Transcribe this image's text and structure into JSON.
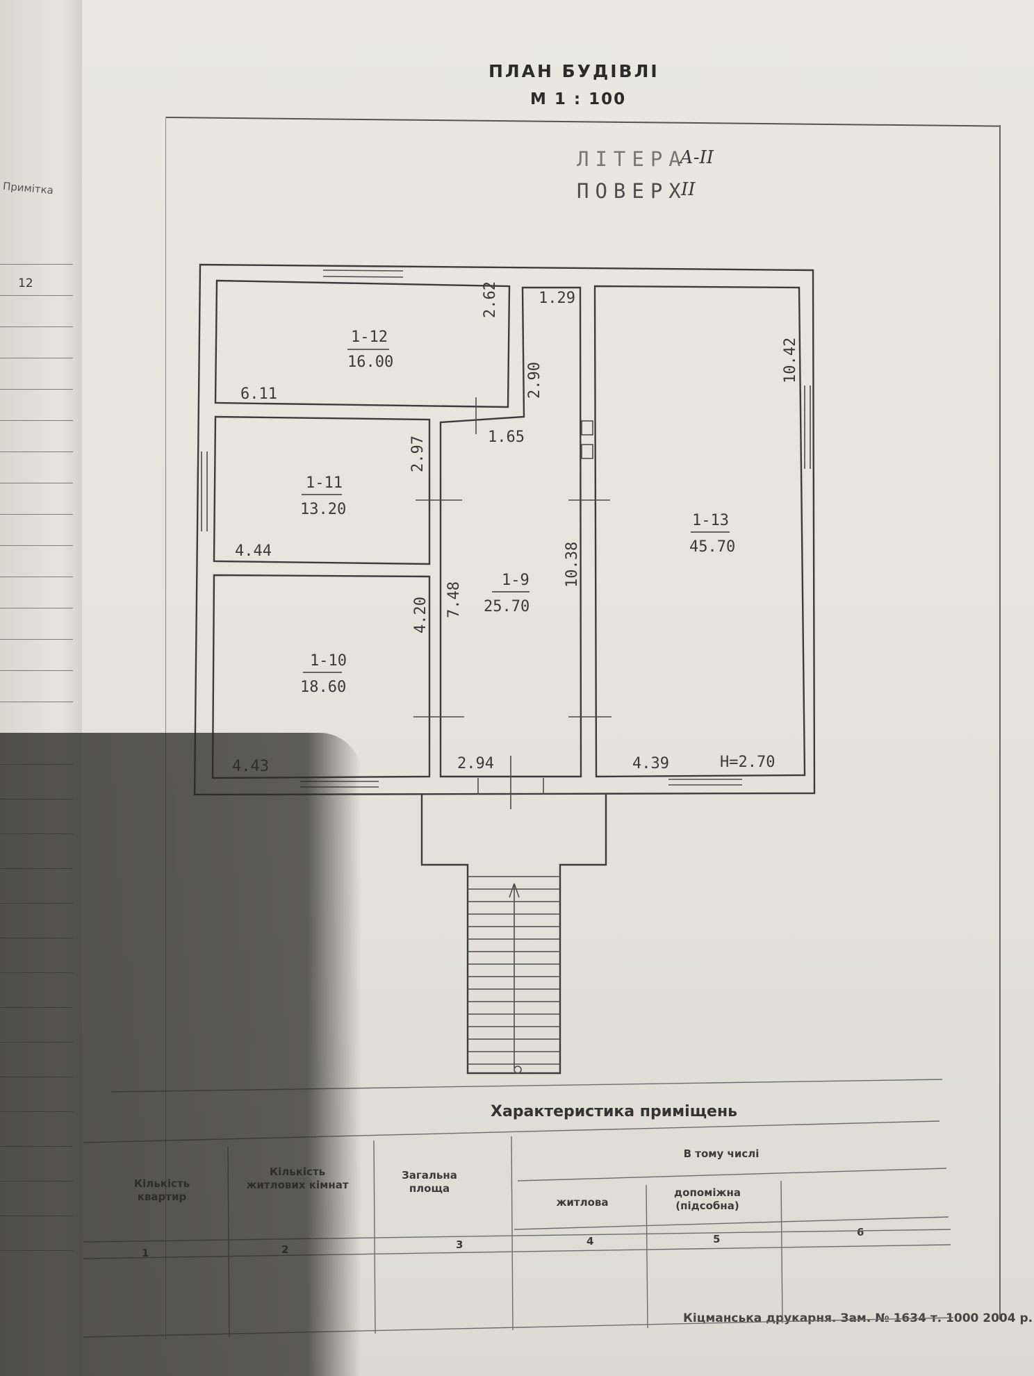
{
  "left_page": {
    "note_label": "Примітка",
    "number": "12"
  },
  "header": {
    "title": "ПЛАН БУДІВЛІ",
    "scale": "М 1 : 100"
  },
  "stamp": {
    "litera_label": "ЛІТЕРА",
    "litera_value": "А-ІІ",
    "floor_label": "ПОВЕРХ",
    "floor_value": "ІІ"
  },
  "plan": {
    "rooms": [
      {
        "id": "1-12",
        "area": "16.00",
        "dims": [
          "2.62",
          "6.11"
        ]
      },
      {
        "id": "1-11",
        "area": "13.20",
        "dims": [
          "2.97",
          "4.44"
        ]
      },
      {
        "id": "1-10",
        "area": "18.60",
        "dims": [
          "4.20",
          "4.43"
        ]
      },
      {
        "id": "1-9",
        "area": "25.70",
        "dims": [
          "1.29",
          "2.90",
          "1.65",
          "7.48",
          "10.38",
          "2.94"
        ]
      },
      {
        "id": "1-13",
        "area": "45.70",
        "dims": [
          "10.42",
          "4.39"
        ]
      }
    ],
    "height_note": "H=2.70"
  },
  "table": {
    "title": "Характеристика приміщень",
    "headers": [
      "Кількість квартир",
      "Кількість житлових кімнат",
      "Загальна площа",
      "В тому числі",
      "житлова",
      "допоміжна (підсобна)"
    ],
    "column_numbers": [
      "1",
      "2",
      "3",
      "4",
      "5",
      "6"
    ]
  },
  "footer": {
    "text": "Кіцманська друкарня. Зам. № 1634 т. 1000 2004 р."
  }
}
